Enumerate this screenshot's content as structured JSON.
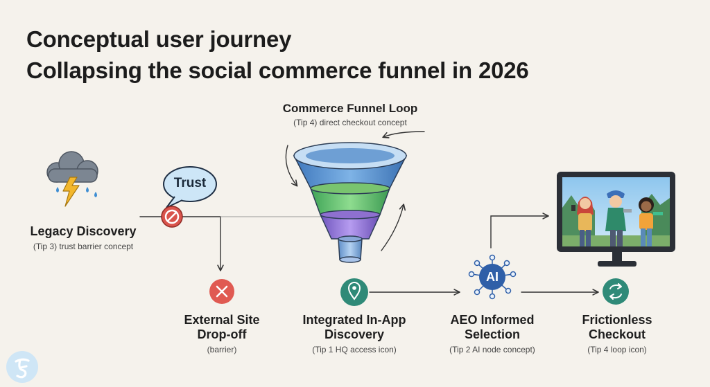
{
  "title": {
    "line1": "Conceptual user journey",
    "line2": "Collapsing the social commerce funnel in 2026"
  },
  "funnel_loop": {
    "title": "Commerce Funnel Loop",
    "subtitle": "(Tip 4) direct checkout concept"
  },
  "trust_bubble": {
    "label": "Trust"
  },
  "nodes": {
    "legacy": {
      "title": "Legacy Discovery",
      "subtitle": "(Tip 3) trust barrier concept"
    },
    "external": {
      "title_line1": "External Site",
      "title_line2": "Drop-off",
      "subtitle": "(barrier)"
    },
    "integrated": {
      "title_line1": "Integrated In-App",
      "title_line2": "Discovery",
      "subtitle": "(Tip 1 HQ access icon)"
    },
    "aeo": {
      "title_line1": "AEO Informed",
      "title_line2": "Selection",
      "subtitle": "(Tip 2 AI node concept)"
    },
    "checkout": {
      "title_line1": "Frictionless",
      "title_line2": "Checkout",
      "subtitle": "(Tip 4 loop icon)"
    }
  },
  "ai_node": {
    "label": "AI"
  },
  "icons": {
    "storm": "storm-cloud-icon",
    "blocked": "no-entry-icon",
    "dropoff": "close-icon",
    "location": "location-pin-icon",
    "ai": "ai-node-icon",
    "loop": "loop-icon",
    "monitor": "monitor-icon",
    "funnel": "funnel-icon",
    "logo": "brand-logo-icon"
  },
  "colors": {
    "background": "#f5f2ec",
    "red": "#e05a52",
    "teal": "#2f8a78",
    "blue": "#2f5fa8",
    "funnel_blue": "#5b96d4",
    "funnel_green": "#6fca78",
    "funnel_purple": "#9b7fd8"
  }
}
